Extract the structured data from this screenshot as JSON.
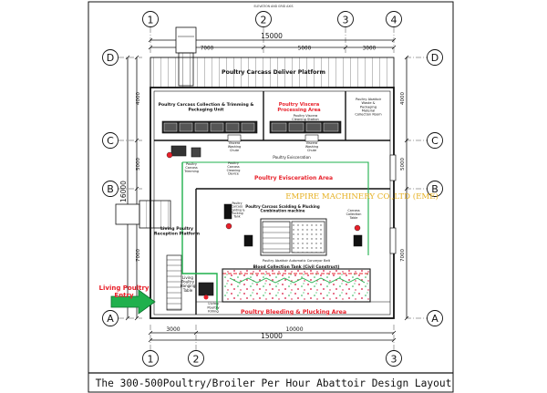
{
  "title": "The 300-500Poultry/Broiler Per Hour Abattoir Design Layout",
  "top_note": "ELEVATION AND GRID AXIS",
  "axes": {
    "top": [
      "1",
      "2",
      "3",
      "4"
    ],
    "bottom": [
      "1",
      "2",
      "3"
    ],
    "left": [
      "D",
      "C",
      "B",
      "A"
    ],
    "right": [
      "D",
      "C",
      "B",
      "A"
    ]
  },
  "dimensions": {
    "top_total": "15000",
    "top_segments": [
      "7000",
      "5000",
      "3000"
    ],
    "bottom_total": "15000",
    "bottom_segments": [
      "3000",
      "10000"
    ],
    "left_total": "16000",
    "left_segments": [
      "4000",
      "5000",
      "7000"
    ],
    "right_segments": [
      "4000",
      "5000",
      "7000"
    ]
  },
  "rooms": {
    "deliver_platform": "Poultry Carcass Deliver Platform",
    "collection_unit": "Poultry Carcass Collection & Trimming & Packaging Unit",
    "viscera_area": "Poultry Viscera Processing Area",
    "viscera_machine": "Poultry Viscera Cleaning Station",
    "waste_room": "Poultry Abattoir Waste & Packaging Material Collection Room",
    "washing_1": "Viscera Washing Chute",
    "washing_2": "Viscera Washing Chute",
    "evisceration": "Poultry Evisceration",
    "evisceration_area": "Poultry Evisceration Area",
    "carcass_cleaning": "Poultry Carcass Cleaning Device",
    "carcass_trim": "Poultry Carcass Trimming",
    "scalding_machine": "Poultry Carcass Scalding & Plucking Combination machine",
    "scald_left": "Poultry Carcass Scalding & Plucking Tank",
    "scald_right": "Carcass Collection Table",
    "conveyor_label": "Poultry Abattoir Automatic Conveyor Belt",
    "blood_tank": "Blood Collection Tank (Civil Construct)",
    "bleeding_area": "Poultry Bleeding & Plucking Area",
    "reception": "Living Poultry Reception Platform",
    "hanging": "Living Poultry Hanging Table",
    "killing": "Living Poultry Killing",
    "entry": "Living Poultry Entry",
    "watermark": "EMPIRE MACHINERY CO.,LTD (EME)"
  },
  "colors": {
    "line": "#111111",
    "axis_fill": "#ffffff",
    "red": "#e8202a",
    "green": "#1fb04c",
    "watermark": "#e6b020",
    "blood_dots": "#d7143c"
  }
}
